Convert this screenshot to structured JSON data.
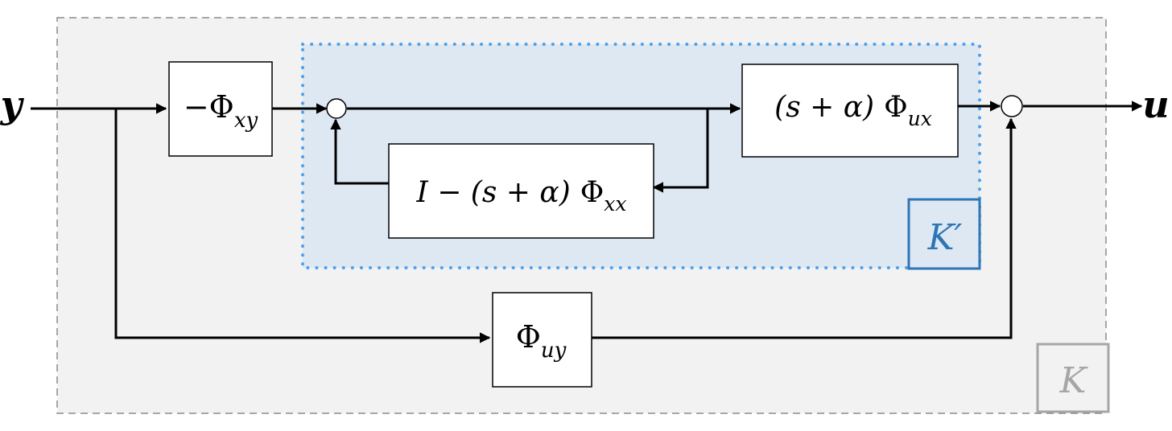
{
  "signals": {
    "input": "y",
    "output": "u"
  },
  "blocks": {
    "phi_xy": {
      "sign": "−",
      "symbol": "Φ",
      "subscript": "xy"
    },
    "phi_ux": {
      "prefix": "(s + α)",
      "symbol": "Φ",
      "subscript": "ux"
    },
    "feedback": {
      "prefix": "I − (s + α)",
      "symbol": "Φ",
      "subscript": "xx"
    },
    "phi_uy": {
      "symbol": "Φ",
      "subscript": "uy"
    }
  },
  "regions": {
    "k_prime": {
      "label": "K′",
      "color": "#2e75b6",
      "fill": "#dde8f3",
      "border": "#4ea1ea"
    },
    "k": {
      "label": "K",
      "color": "#a6a6a6",
      "fill": "#f2f2f2",
      "border": "#8c8c8c"
    }
  }
}
